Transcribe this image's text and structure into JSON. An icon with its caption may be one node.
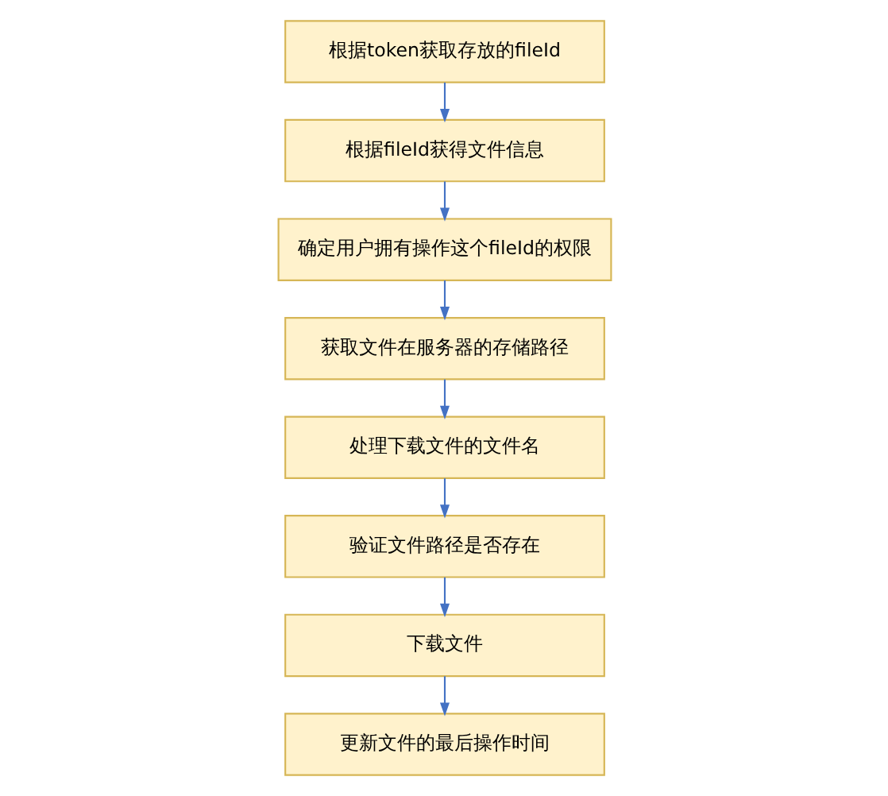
{
  "diagram": {
    "nodes": [
      {
        "text": [
          "根据token获取存放的fileId"
        ]
      },
      {
        "text": [
          "根据fileId获得文件信息"
        ]
      },
      {
        "text": [
          "确定用户拥有操作这个fileId的权限"
        ]
      },
      {
        "text": [
          "获取文件在服务器的存储路径"
        ]
      },
      {
        "text": [
          "处理下载文件的文件名"
        ]
      },
      {
        "text": [
          "验证文件路径是否存在"
        ]
      },
      {
        "text": [
          "下载文件"
        ]
      },
      {
        "text": [
          "更新文件的最后操作时间"
        ]
      }
    ],
    "edges": [
      {
        "from": 0,
        "to": 1,
        "arrow": "to"
      },
      {
        "from": 1,
        "to": 2,
        "arrow": "to"
      },
      {
        "from": 2,
        "to": 3,
        "arrow": "to"
      },
      {
        "from": 3,
        "to": 4,
        "arrow": "to"
      },
      {
        "from": 4,
        "to": 5,
        "arrow": "to"
      },
      {
        "from": 5,
        "to": 6,
        "arrow": "to"
      },
      {
        "from": 6,
        "to": 7,
        "arrow": "to"
      }
    ]
  }
}
